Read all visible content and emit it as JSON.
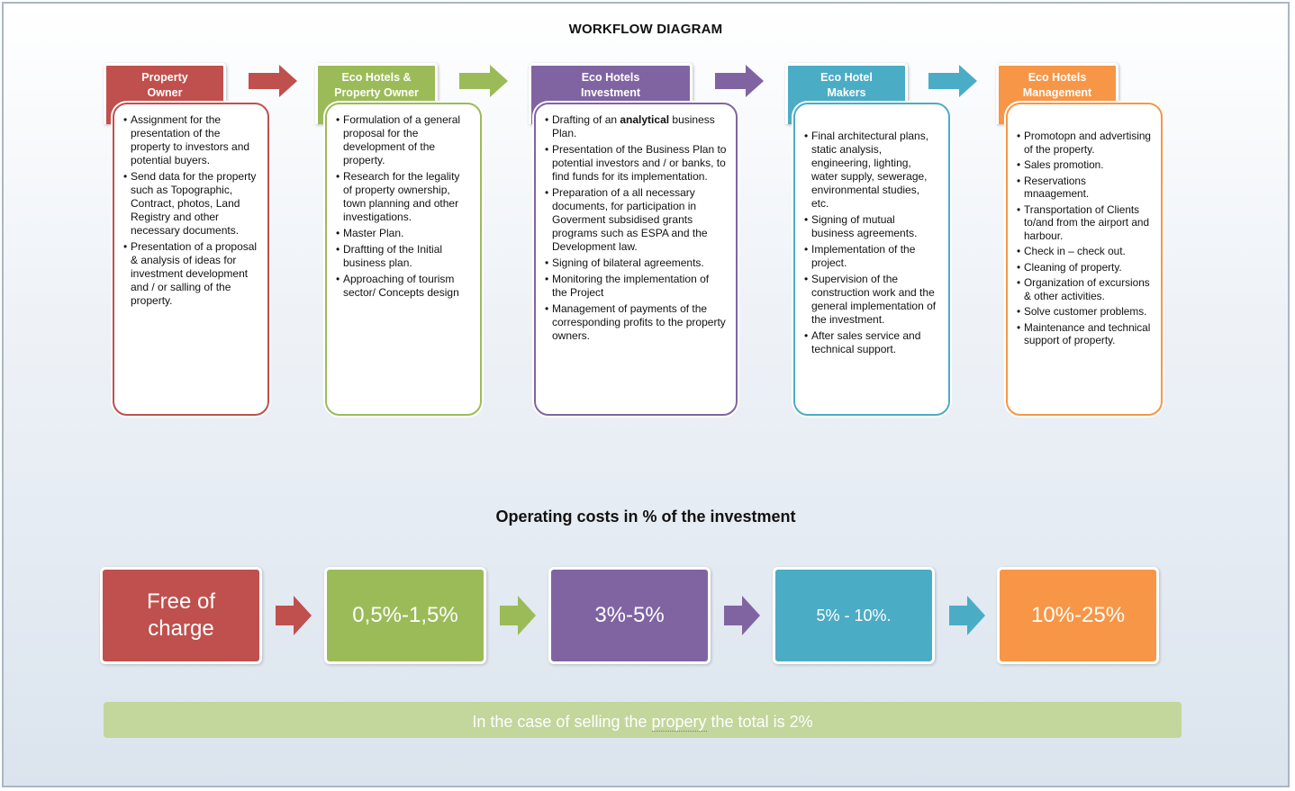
{
  "title": "WORKFLOW DIAGRAM",
  "colors": {
    "red": "#c0504d",
    "green": "#9bbb59",
    "purple": "#8064a2",
    "teal": "#4bacc6",
    "orange": "#f79646",
    "footer": "#c3d69b"
  },
  "stages": [
    {
      "line1": "Property",
      "line2": "Owner",
      "items": [
        "Assignment for the presentation of the property to investors and potential buyers.",
        "Send data for the property such as Topographic, Contract, photos, Land Registry and other necessary documents.",
        "Presentation of a proposal & analysis of ideas for investment development and / or salling of the property."
      ]
    },
    {
      "line1": "Eco Hotels &",
      "line2": "Property Owner",
      "items": [
        "Formulation of a general proposal for the development of the property.",
        "Research for the legality of property ownership, town planning and other investigations.",
        "Master Plan.",
        "Draftting of the Initial business plan.",
        "Approaching of tourism sector/ Concepts design"
      ]
    },
    {
      "line1": "Eco Hotels",
      "line2": "Investment",
      "first_pre": "Drafting of an ",
      "first_bold": "analytical",
      "first_post": " business Plan.",
      "items": [
        "Presentation of the Business Plan to potential investors and / or banks, to find funds for its implementation.",
        "Preparation of a all necessary documents, for participation in Goverment subsidised grants programs such as ESPA and the Development law.",
        "Signing of bilateral agreements.",
        "Monitoring the implementation of the Project",
        "Management of payments of the corresponding profits to the property owners."
      ]
    },
    {
      "line1": "Eco Hotel",
      "line2": "Makers",
      "items": [
        "Final architectural plans, static analysis, engineering, lighting, water supply, sewerage, environmental studies, etc.",
        "Signing of mutual business agreements.",
        "Implementation of the project.",
        "Supervision of the construction work and the general implementation of the investment.",
        "After sales service and technical support."
      ]
    },
    {
      "line1": "Eco Hotels",
      "line2": "Management",
      "items": [
        "Promotopn and advertising of the property.",
        "Sales promotion.",
        "Reservations mnaagement.",
        "Transportation of Clients to/and from the airport and harbour.",
        "Check in – check out.",
        "Cleaning of property.",
        "Organization of excursions & other activities.",
        "Solve customer problems.",
        "Maintenance and technical support of property."
      ]
    }
  ],
  "costs_title": "Operating costs in % of the investment",
  "costs": [
    {
      "line1": "Free of",
      "line2": "charge"
    },
    {
      "line1": "0,5%-1,5%",
      "line2": ""
    },
    {
      "line1": "3%-5%",
      "line2": ""
    },
    {
      "line1": "5% - 10%.",
      "line2": ""
    },
    {
      "line1": "10%-25%",
      "line2": ""
    }
  ],
  "footer": {
    "pre": "In the case of selling the ",
    "underlined": "propery",
    "post": " the total is 2%"
  }
}
